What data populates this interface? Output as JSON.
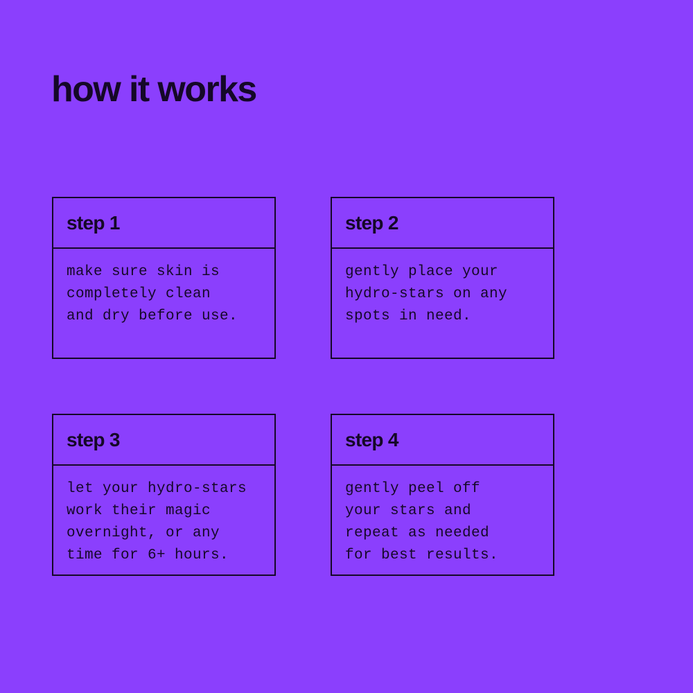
{
  "theme": {
    "background_color": "#8b3ffd",
    "ink_color": "#150828",
    "border_color": "#150828"
  },
  "header": {
    "title": "how it works"
  },
  "steps": [
    {
      "title": "step 1",
      "text": "make sure skin is\ncompletely clean\nand dry before use.",
      "lines": [
        "make sure skin is",
        "completely clean",
        "and dry before use."
      ]
    },
    {
      "title": "step 2",
      "text": "gently place your\nhydro-stars on any\nspots in need.",
      "lines": [
        "gently place your",
        "hydro-stars on any",
        "spots in need."
      ]
    },
    {
      "title": "step 3",
      "text": "let your hydro-stars\nwork their magic\novernight, or any\ntime for 6+ hours.",
      "lines": [
        "let your hydro-stars",
        "work their magic",
        "overnight, or any",
        "time for 6+ hours."
      ]
    },
    {
      "title": "step 4",
      "text": "gently peel off\nyour stars and\nrepeat as needed\nfor best results.",
      "lines": [
        "gently peel off",
        "your stars and",
        "repeat as needed",
        "for best results."
      ]
    }
  ]
}
